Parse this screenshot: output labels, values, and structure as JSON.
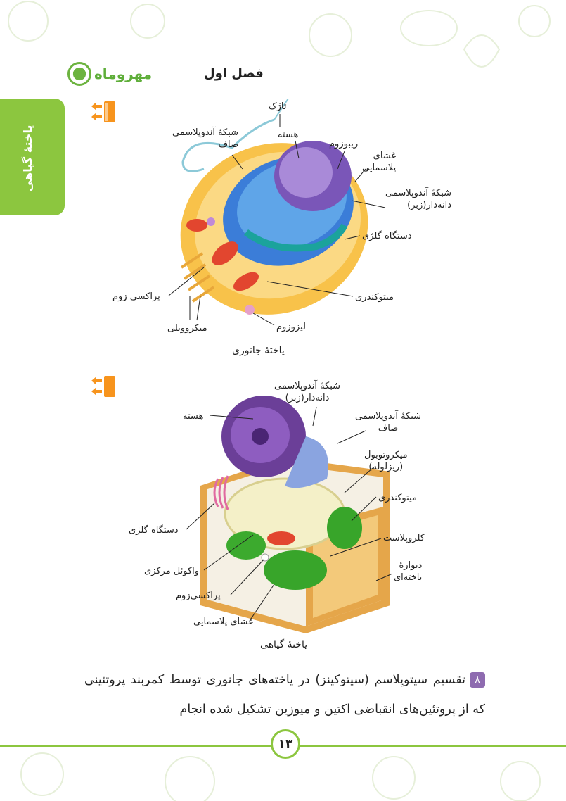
{
  "header": {
    "brand": "مهروماه",
    "chapter": "فصل اول"
  },
  "side_tab": {
    "label": "یاختهٔ گیاهی"
  },
  "animal_cell": {
    "caption": "یاختهٔ جانوری",
    "labels": {
      "flagellum": "تاژک",
      "smooth_er": [
        "شبکهٔ آندوپلاسمی",
        "صاف"
      ],
      "nucleus": "هسته",
      "ribosome": "ریبوزوم",
      "plasma_membrane": [
        "غشای",
        "پلاسمایی"
      ],
      "rough_er": [
        "شبکهٔ آندوپلاسمی",
        "دانه‌دار(زبر)"
      ],
      "golgi": "دستگاه گلژی",
      "mitochondrion": "میتوکندری",
      "peroxisome": "پراکسی زوم",
      "lysosome": "لیزوزوم",
      "microvilli": "میکروویلی"
    }
  },
  "plant_cell": {
    "caption": "یاختهٔ گیاهی",
    "labels": {
      "rough_er": [
        "شبکهٔ آندوپلاسمی",
        "دانه‌دار(زبر)"
      ],
      "nucleus": "هسته",
      "smooth_er": [
        "شبکهٔ آندوپلاسمی",
        "صاف"
      ],
      "microtubule": [
        "میکروتوبول",
        "(ریزلوله)"
      ],
      "mitochondrion": "میتوکندری",
      "golgi": "دستگاه گلژی",
      "chloroplast": "کلروپلاست",
      "cell_wall": [
        "دیوارهٔ",
        "یاخته‌ای"
      ],
      "central_vacuole": "واکوئل مرکزی",
      "peroxisome": "پراکسی‌زوم",
      "plasma_membrane": "غشای پلاسمایی"
    }
  },
  "paragraph": {
    "number": "۸",
    "text": "تقسیم سیتوپلاسم (سیتوکینز) در یاخته‌های جانوری توسط کمربند پروتئینی که از پروتئین‌های انقباضی اکتین و میوزین تشکیل شده انجام"
  },
  "footer": {
    "page_number": "۱۳"
  },
  "colors": {
    "green": "#8cc63f",
    "orange": "#f7941d",
    "purple": "#8e6bb0"
  }
}
